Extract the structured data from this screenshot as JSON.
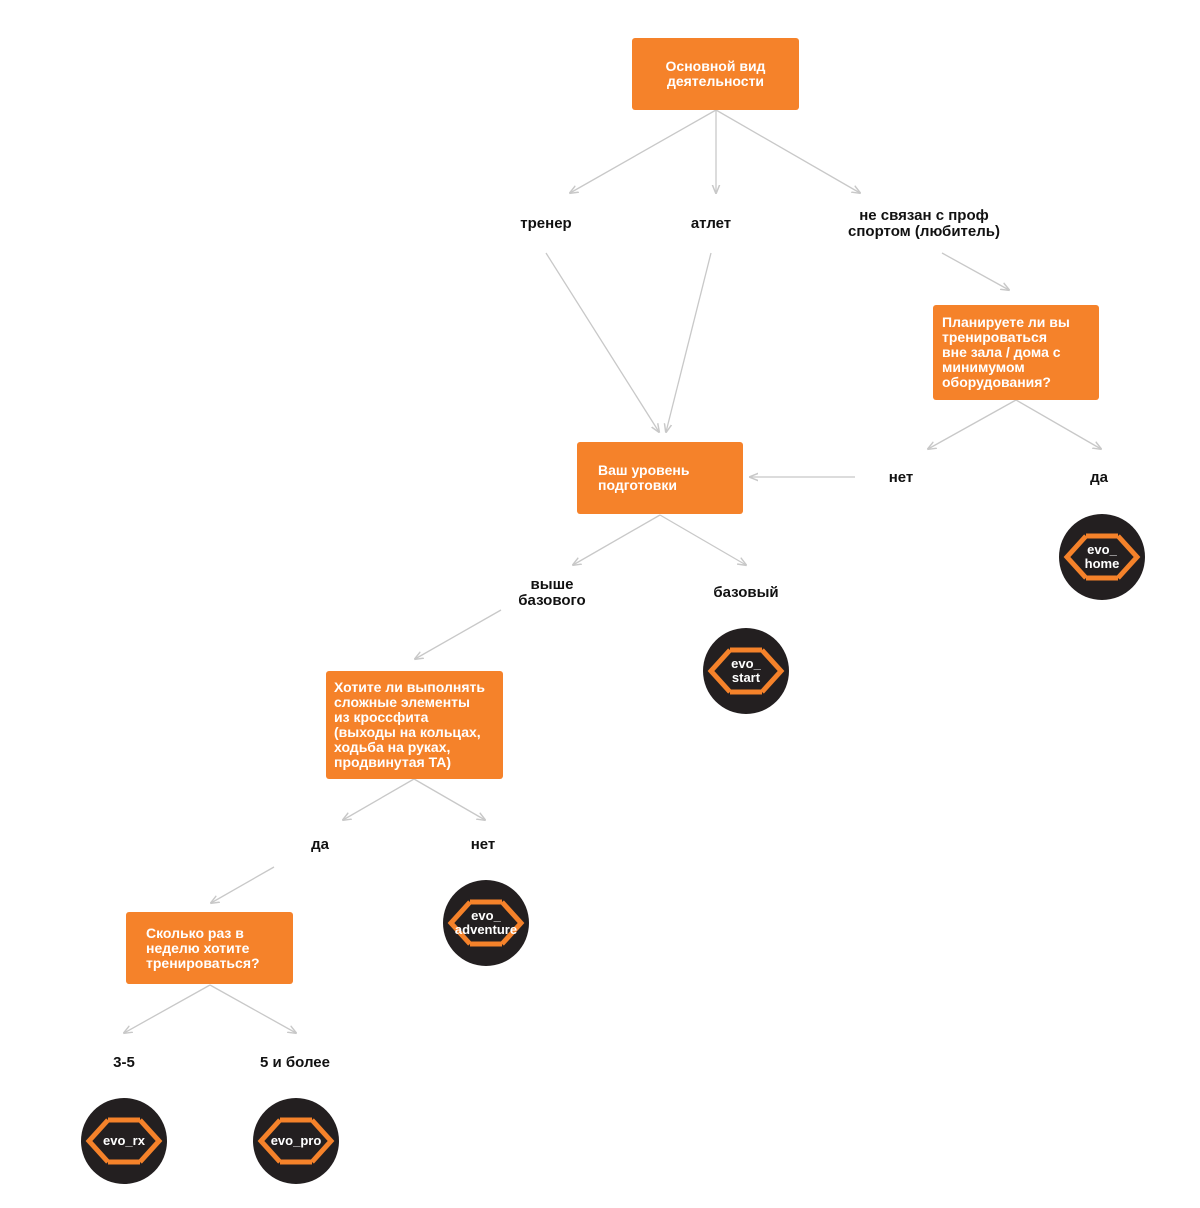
{
  "colors": {
    "accent": "#f5822a",
    "badge_bg": "#231f20",
    "connector": "#c8c8c8",
    "label": "#111111"
  },
  "questions": {
    "main_activity": "Основной вид\nдеятельности",
    "plan_outside": "Планируете ли вы\nтренироваться\nвне зала / дома с\nминимумом\nоборудования?",
    "level": "Ваш уровень\nподготовки",
    "complex_elements": "Хотите ли выполнять\nсложные элементы\nиз кроссфита\n(выходы на кольцах,\nходьба на руках,\nпродвинутая ТА)",
    "frequency": "Сколько раз в\nнеделю хотите\nтренироваться?"
  },
  "answers": {
    "coach": "тренер",
    "athlete": "атлет",
    "amateur": "не связан с проф\nспортом (любитель)",
    "outside_no": "нет",
    "outside_yes": "да",
    "above_basic": "выше\nбазового",
    "basic": "базовый",
    "complex_yes": "да",
    "complex_no": "нет",
    "freq_3_5": "3-5",
    "freq_5_plus": "5 и более"
  },
  "programs": {
    "home": "evo_\nhome",
    "start": "evo_\nstart",
    "adventure": "evo_\nadventure",
    "rx": "evo_rx",
    "pro": "evo_pro"
  },
  "icons": {
    "program_logo": "chevron-brackets-icon"
  }
}
